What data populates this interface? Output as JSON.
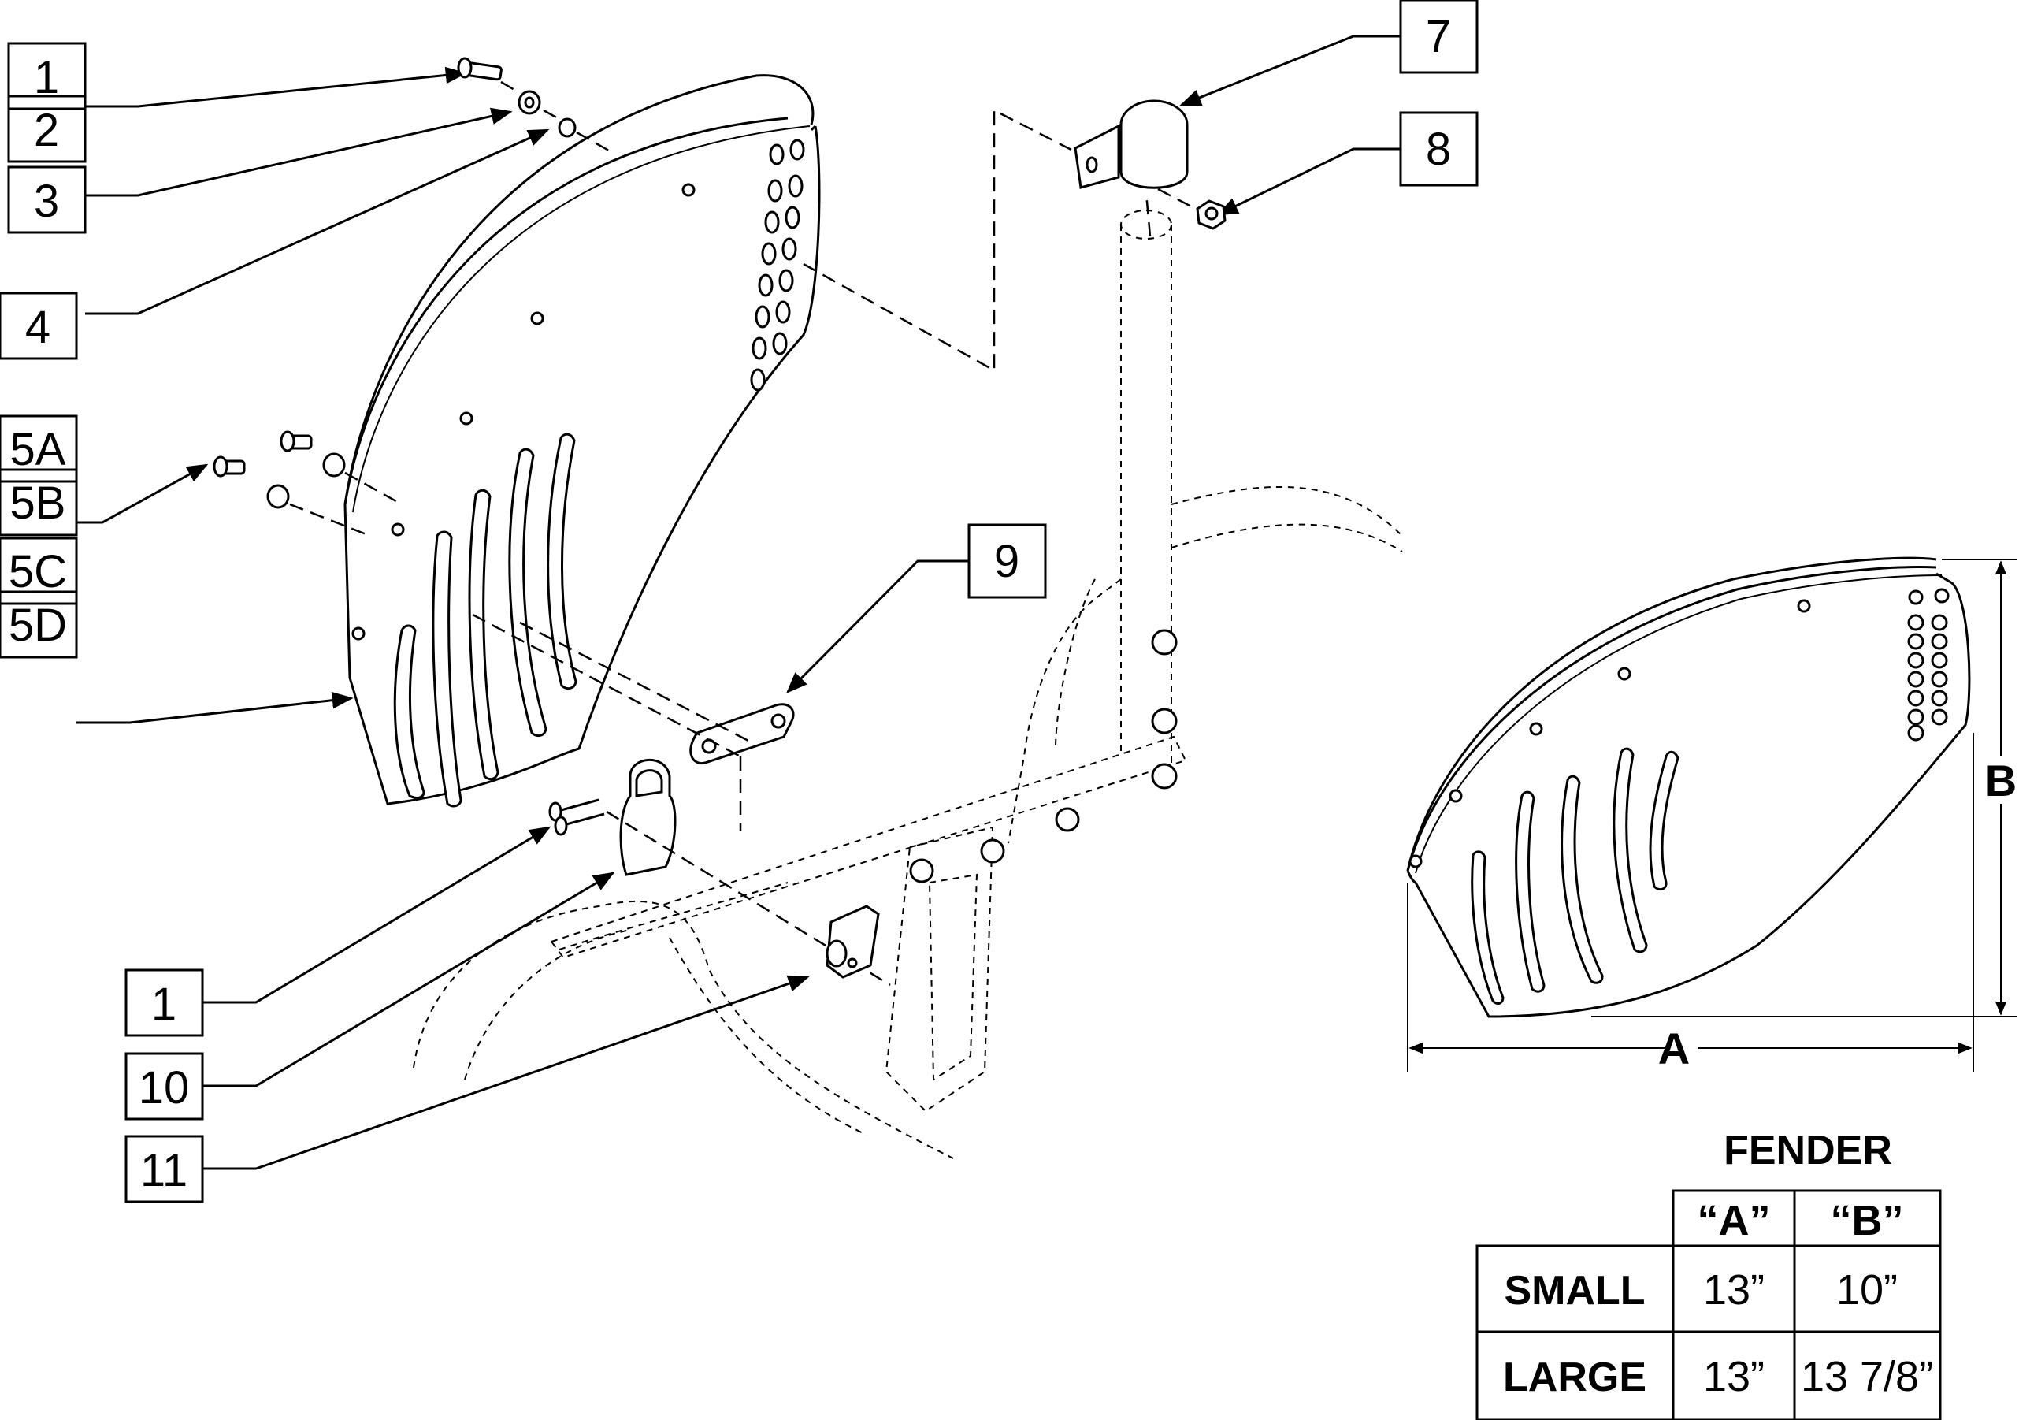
{
  "callouts": {
    "c1": "1",
    "c2": "2",
    "c3": "3",
    "c4": "4",
    "c5a": "5A",
    "c5b": "5B",
    "c5c": "5C",
    "c5d": "5D",
    "c1b": "1",
    "c10": "10",
    "c11": "11",
    "c7": "7",
    "c8": "8",
    "c9": "9"
  },
  "dimensions": {
    "a": "A",
    "b": "B"
  },
  "table": {
    "title": "FENDER",
    "col_a": "“A”",
    "col_b": "“B”",
    "rows": [
      {
        "label": "SMALL",
        "a": "13”",
        "b": "10”"
      },
      {
        "label": "LARGE",
        "a": "13”",
        "b": "13 7/8”"
      }
    ]
  }
}
